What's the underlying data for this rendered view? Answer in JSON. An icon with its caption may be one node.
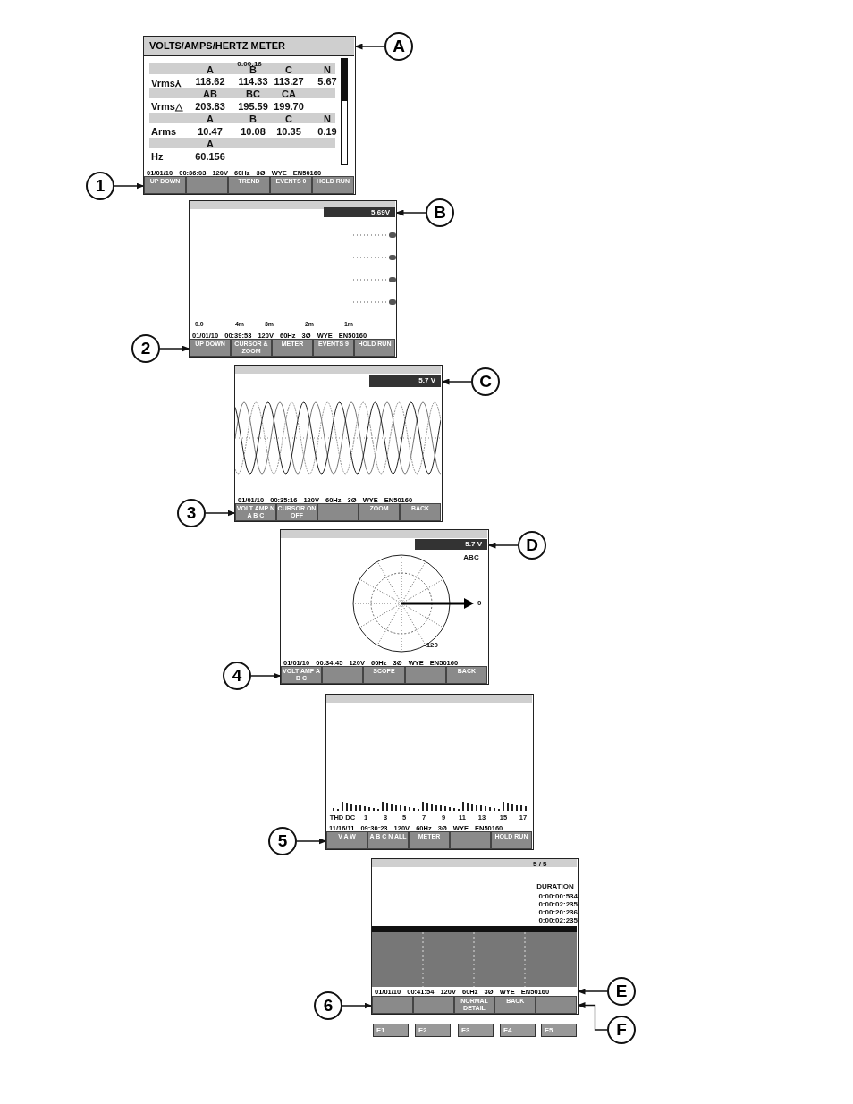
{
  "diagram": {
    "nodes": [
      {
        "text": [
          "0:00:16",
          "A",
          "B",
          "C",
          "N",
          "Vrms⅄",
          "118.62",
          "114.33",
          "113.27",
          "5.67",
          "AB",
          "BC",
          "CA",
          "Vrms△",
          "203.83",
          "195.59",
          "199.70",
          "A",
          "B",
          "C",
          "N",
          "Arms",
          "10.47",
          "10.08",
          "10.35",
          "0.19",
          "A",
          "Hz",
          "60.156"
        ]
      },
      {
        "text": [
          "VOLTS/AMPS/HERTZ METER"
        ],
        "in": 0
      },
      {
        "text": [
          "01/01/10 00:36:03 120V 60Hz 3Ø WYE EN50160"
        ],
        "in": 0
      },
      {
        "text": [
          "UP DOWN",
          "TREND",
          "EVENTS 0",
          "HOLD RUN"
        ],
        "in": 0
      },
      {
        "text": [
          "0.0",
          "4m",
          "3m",
          "2m",
          "1m"
        ]
      },
      {
        "text": [
          "5.69V"
        ],
        "in": 4
      },
      {
        "text": [
          "01/01/10 00:39:53 120V 60Hz 3Ø WYE EN50160"
        ],
        "in": 4
      },
      {
        "text": [
          "UP DOWN",
          "CURSOR & ZOOM",
          "METER",
          "EVENTS 9",
          "HOLD RUN"
        ],
        "in": 4
      },
      {
        "text": [],
        "shape": "box"
      },
      {
        "text": [
          "5.7 V"
        ],
        "in": 8
      },
      {
        "text": [
          "01/01/10 00:35:16 120V 60Hz 3Ø WYE EN50160"
        ],
        "in": 8
      },
      {
        "text": [
          "VOLT AMP N A B C",
          "CURSOR ON OFF",
          "ZOOM",
          "BACK"
        ],
        "in": 8
      },
      {
        "text": [
          "ABC",
          "0",
          "-120"
        ]
      },
      {
        "text": [
          "5.7 V"
        ],
        "in": 12
      },
      {
        "text": [
          "01/01/10 00:34:45 120V 60Hz 3Ø WYE EN50160"
        ],
        "in": 12
      },
      {
        "text": [
          "VOLT AMP A B C",
          "SCOPE",
          "BACK"
        ],
        "in": 12
      },
      {
        "text": [
          "THD DC",
          "1",
          "3",
          "5",
          "7",
          "9",
          "11",
          "13",
          "15",
          "17"
        ]
      },
      {
        "text": [
          "11/16/11 09:30:23 120V 60Hz 3Ø WYE EN50160"
        ],
        "in": 16
      },
      {
        "text": [
          "V A W",
          "A B C N ALL",
          "METER",
          "HOLD RUN"
        ],
        "in": 16
      },
      {
        "text": [
          "5 / 5",
          "DURATION",
          "0:00:00:534",
          "0:00:02:235",
          "0:00:20:236",
          "0:00:02:235"
        ]
      },
      {
        "text": [
          "01/01/10 00:41:54 120V 60Hz 3Ø WYE EN50160"
        ],
        "in": 19
      },
      {
        "text": [
          "NORMAL DETAIL",
          "BACK"
        ],
        "in": 19
      },
      {
        "text": [
          "A"
        ]
      },
      {
        "text": [
          "B"
        ]
      },
      {
        "text": [
          "C"
        ]
      },
      {
        "text": [
          "D"
        ]
      },
      {
        "text": [
          "E"
        ]
      },
      {
        "text": [
          "F"
        ]
      },
      {
        "text": [
          "1"
        ]
      },
      {
        "text": [
          "2"
        ]
      },
      {
        "text": [
          "3"
        ]
      },
      {
        "text": [
          "4"
        ]
      },
      {
        "text": [
          "5"
        ]
      },
      {
        "text": [
          "6"
        ]
      },
      {
        "text": [
          "F1"
        ]
      },
      {
        "text": [
          "F2"
        ]
      },
      {
        "text": [
          "F3"
        ]
      },
      {
        "text": [
          "F4"
        ]
      },
      {
        "text": [
          "F5"
        ]
      }
    ],
    "edges": [
      {
        "from": 22,
        "to": 1,
        "arrow": "to"
      },
      {
        "from": 23,
        "to": 5,
        "arrow": "to"
      },
      {
        "from": 24,
        "to": 9,
        "arrow": "to"
      },
      {
        "from": 25,
        "to": 13,
        "arrow": "to"
      },
      {
        "from": 26,
        "to": 20,
        "arrow": "to"
      },
      {
        "from": 27,
        "to": 21,
        "arrow": "to"
      },
      {
        "from": 28,
        "to": 3,
        "arrow": "to"
      },
      {
        "from": 29,
        "to": 7,
        "arrow": "to"
      },
      {
        "from": 30,
        "to": 11,
        "arrow": "to"
      },
      {
        "from": 31,
        "to": 15,
        "arrow": "to"
      },
      {
        "from": 32,
        "to": 18,
        "arrow": "to"
      },
      {
        "from": 33,
        "to": 21,
        "arrow": "to"
      }
    ]
  }
}
